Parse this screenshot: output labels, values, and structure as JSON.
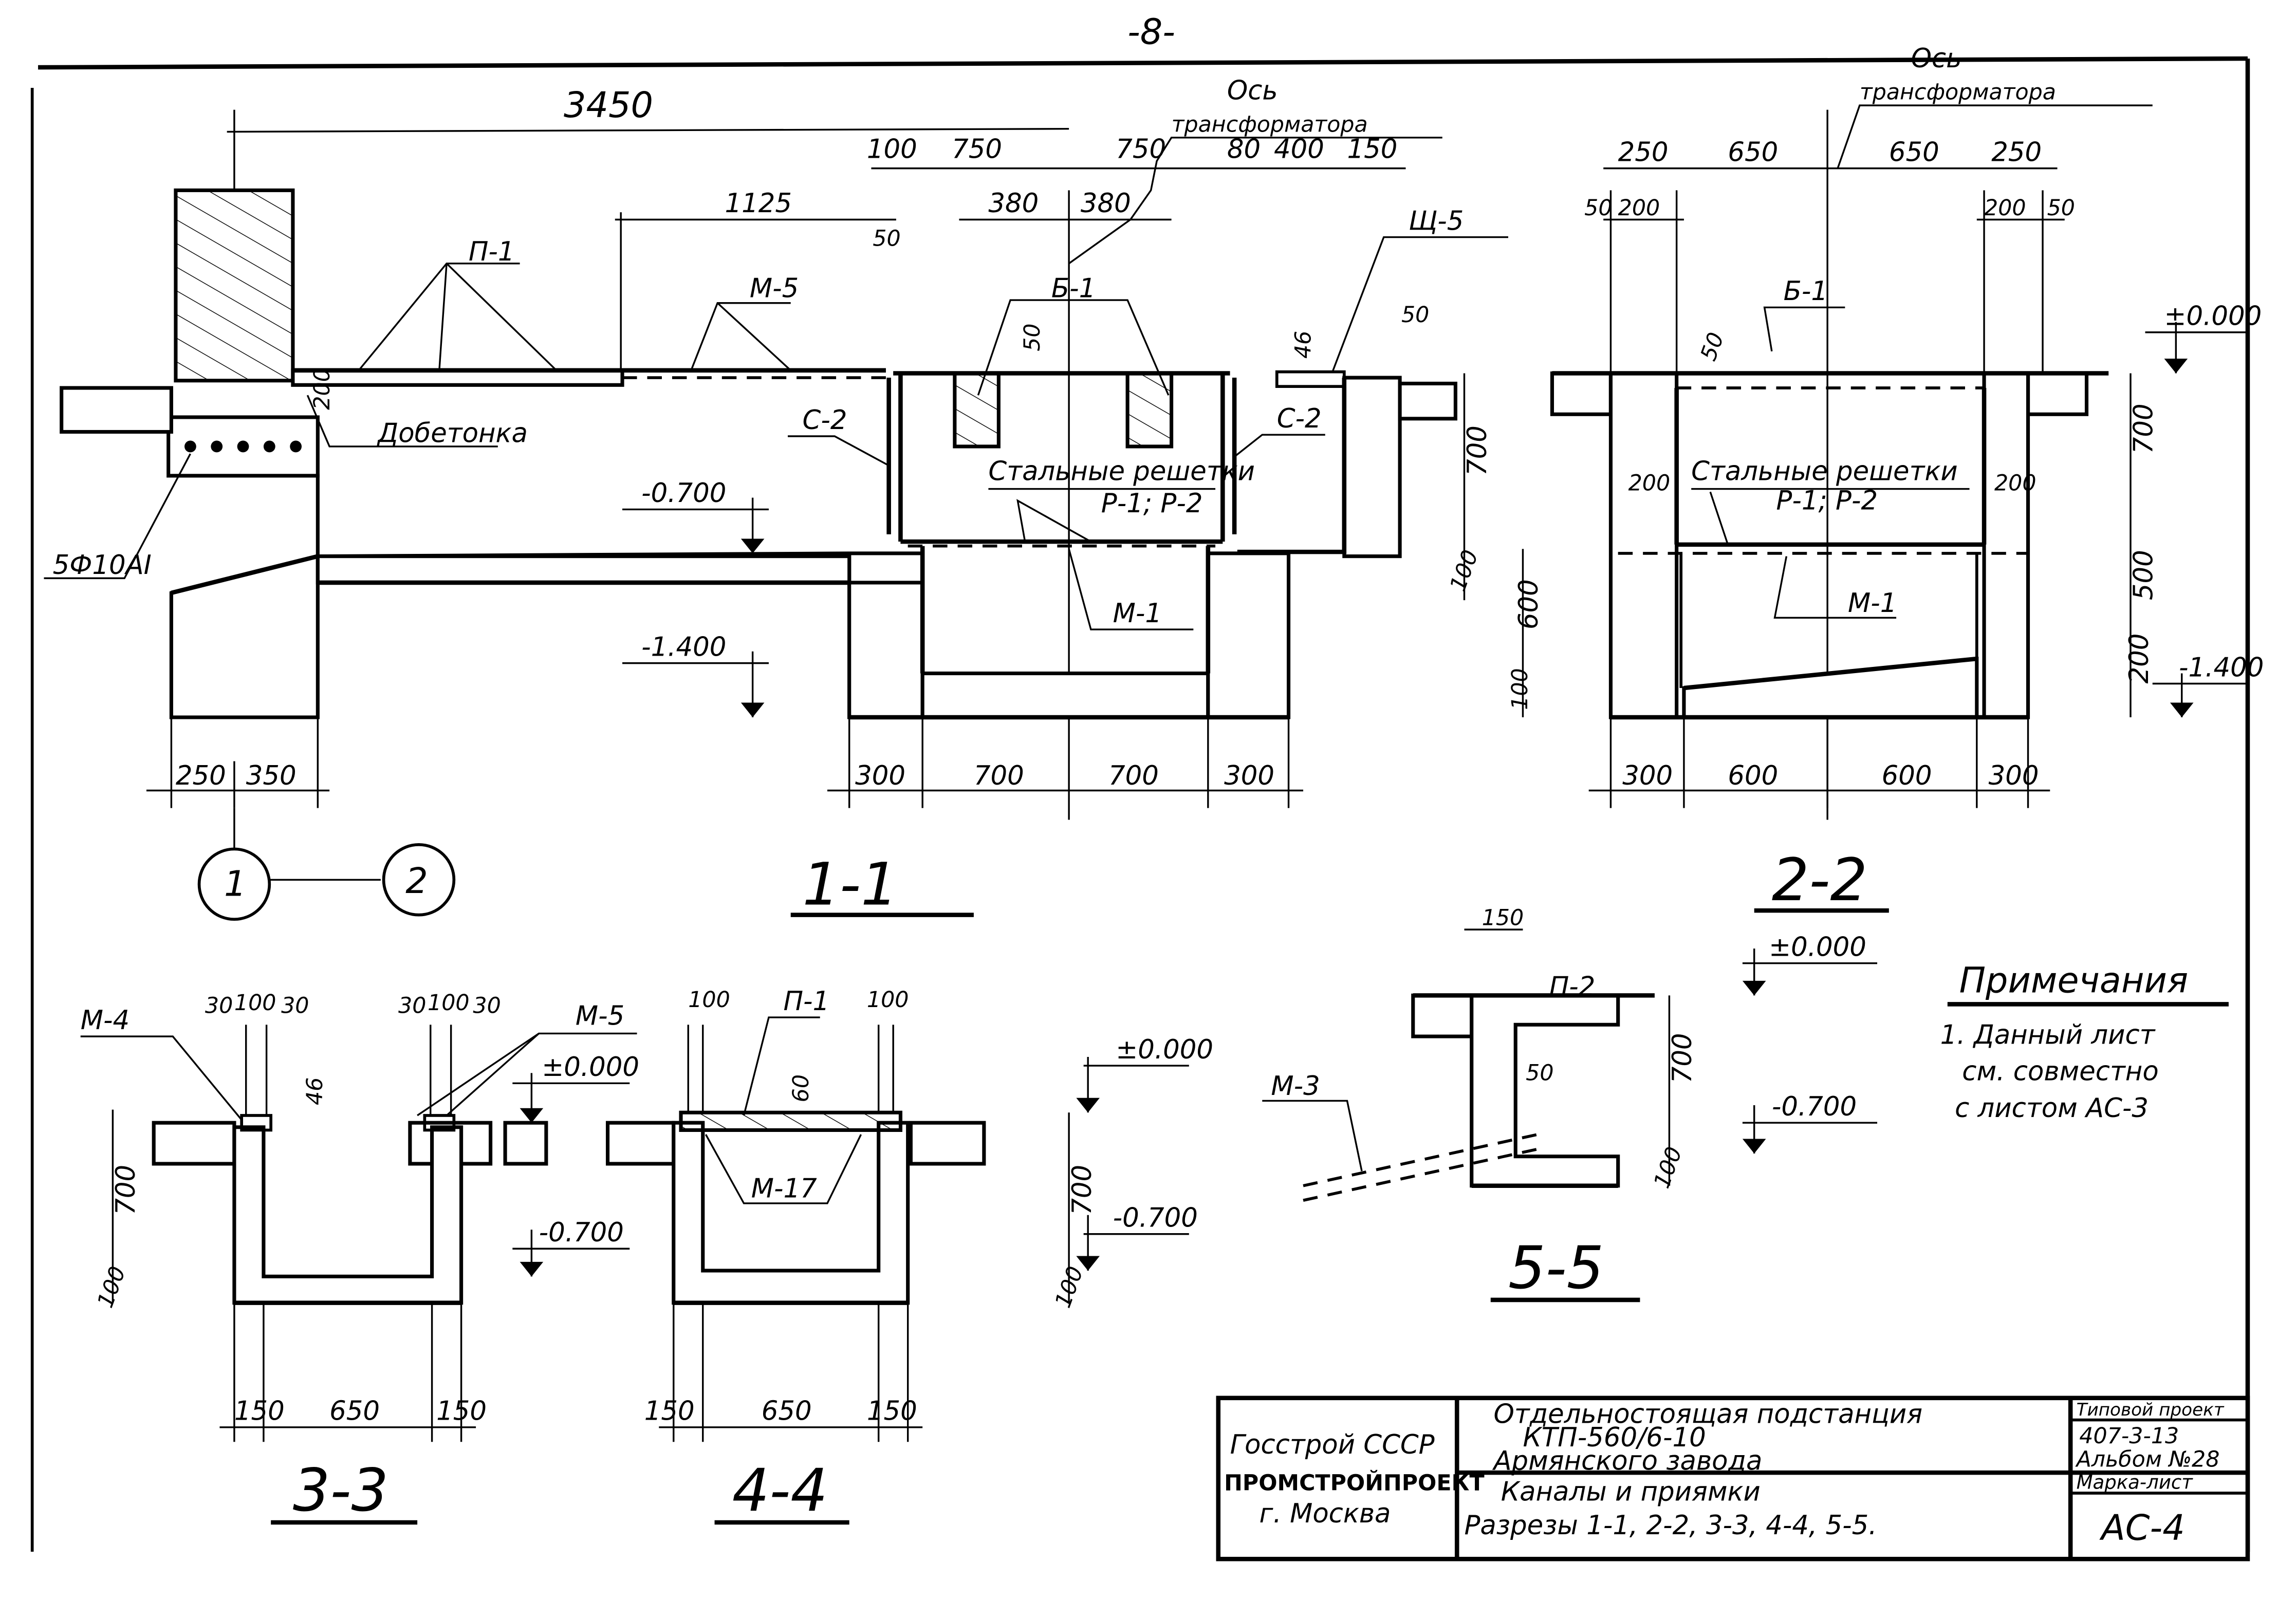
{
  "sheet": {
    "page_number": "-8-",
    "axis_label": [
      "Ось",
      "трансформатора"
    ]
  },
  "section_1_1": {
    "title": "1-1",
    "dims_top": [
      "3450",
      "100",
      "750",
      "750",
      "80",
      "400",
      "150",
      "1125",
      "50",
      "380",
      "380",
      "50",
      "46",
      "50",
      "200"
    ],
    "dims_bottom": [
      "250",
      "350",
      "300",
      "700",
      "700",
      "300"
    ],
    "dims_right": [
      "700",
      "100"
    ],
    "labels": {
      "p1": "П-1",
      "m5": "М-5",
      "b1": "Б-1",
      "sh5": "Щ-5",
      "c2_left": "С-2",
      "c2_right": "С-2",
      "dobetonka": "Добетонка",
      "grates": "Стальные решетки",
      "grates_marks": "Р-1; Р-2",
      "m1": "М-1",
      "rebar": "5Ф10АI"
    },
    "elevations": [
      "-0.700",
      "-1.400"
    ],
    "axis_markers": [
      "1",
      "2"
    ]
  },
  "section_2_2": {
    "title": "2-2",
    "dims_top": [
      "250",
      "650",
      "650",
      "250",
      "50",
      "200",
      "200",
      "50",
      "50"
    ],
    "dims_bottom": [
      "300",
      "600",
      "600",
      "300"
    ],
    "dims_left": [
      "600",
      "100",
      "200",
      "200"
    ],
    "dims_right": [
      "700",
      "500",
      "200"
    ],
    "labels": {
      "b1": "Б-1",
      "grates": "Стальные решетки",
      "grates_marks": "Р-1; Р-2",
      "m1": "М-1"
    },
    "elevations": [
      "±0.000",
      "-1.400"
    ]
  },
  "section_3_3": {
    "title": "3-3",
    "dims_top_left": [
      "30",
      "100",
      "30"
    ],
    "dims_top_right": [
      "30",
      "100",
      "30"
    ],
    "dims_bottom": [
      "150",
      "650",
      "150"
    ],
    "dims_left": [
      "700",
      "100"
    ],
    "dim_46": "46",
    "labels": {
      "m4": "М-4",
      "m5": "М-5"
    },
    "elevations": [
      "±0.000",
      "-0.700"
    ]
  },
  "section_4_4": {
    "title": "4-4",
    "dims_top": [
      "100",
      "100"
    ],
    "dims_bottom": [
      "150",
      "650",
      "150"
    ],
    "dims_right": [
      "700",
      "100"
    ],
    "dim_60": "60",
    "labels": {
      "p1": "П-1",
      "m17": "М-17"
    },
    "elevations": [
      "±0.000",
      "-0.700"
    ]
  },
  "section_5_5": {
    "title": "5-5",
    "dims": [
      "150",
      "50",
      "700",
      "100"
    ],
    "labels": {
      "p2": "П-2",
      "m3": "М-3"
    },
    "elevations": [
      "±0.000",
      "-0.700"
    ]
  },
  "notes": {
    "heading": "Примечания",
    "items": [
      "1. Данный лист",
      "см. совместно",
      "с листом АС-3"
    ]
  },
  "title_block": {
    "org_line1": "Госстрой СССР",
    "org_line2": "ПРОМСТРОЙПРОЕКТ",
    "org_line3": "г. Москва",
    "project_line1": "Отдельностоящая подстанция",
    "project_line2": "КТП-560/6-10",
    "project_line3": "Армянского завода",
    "sheet_title_line1": "Каналы и приямки",
    "sheet_title_line2": "Разрезы 1-1, 2-2, 3-3, 4-4, 5-5.",
    "typical_project_label": "Типовой проект",
    "typical_project_number": "407-3-13",
    "album": "Альбом №28",
    "mark_sheet_label": "Марка-лист",
    "mark_sheet_value": "АС-4"
  }
}
